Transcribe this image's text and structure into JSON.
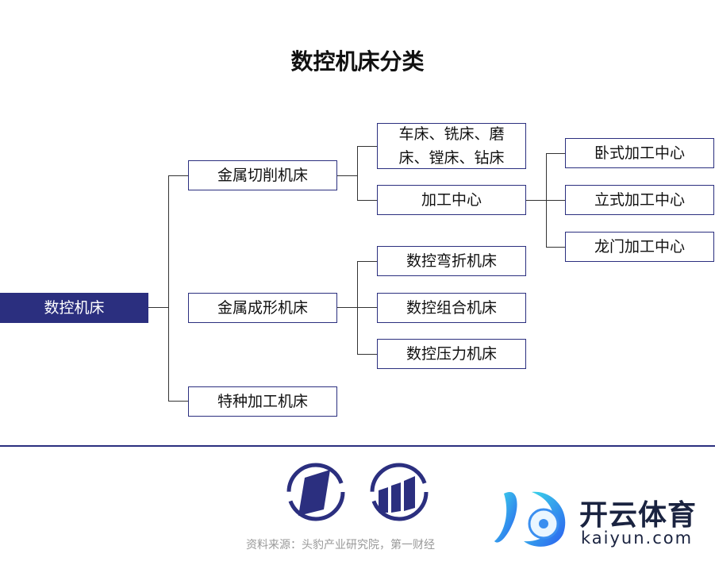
{
  "title": "数控机床分类",
  "root": "数控机床",
  "level1": [
    "金属切削机床",
    "金属成形机床",
    "特种加工机床"
  ],
  "cutting_children": [
    "车床、铣床、磨床、镗床、钻床",
    "加工中心"
  ],
  "forming_children": [
    "数控弯折机床",
    "数控组合机床",
    "数控压力机床"
  ],
  "machining_center_children": [
    "卧式加工中心",
    "立式加工中心",
    "龙门加工中心"
  ],
  "source": "资料来源：头豹产业研究院，第一财经",
  "watermark": {
    "name": "开云体育",
    "url": "kaiyun.com"
  },
  "colors": {
    "accent": "#2b2f7f"
  }
}
